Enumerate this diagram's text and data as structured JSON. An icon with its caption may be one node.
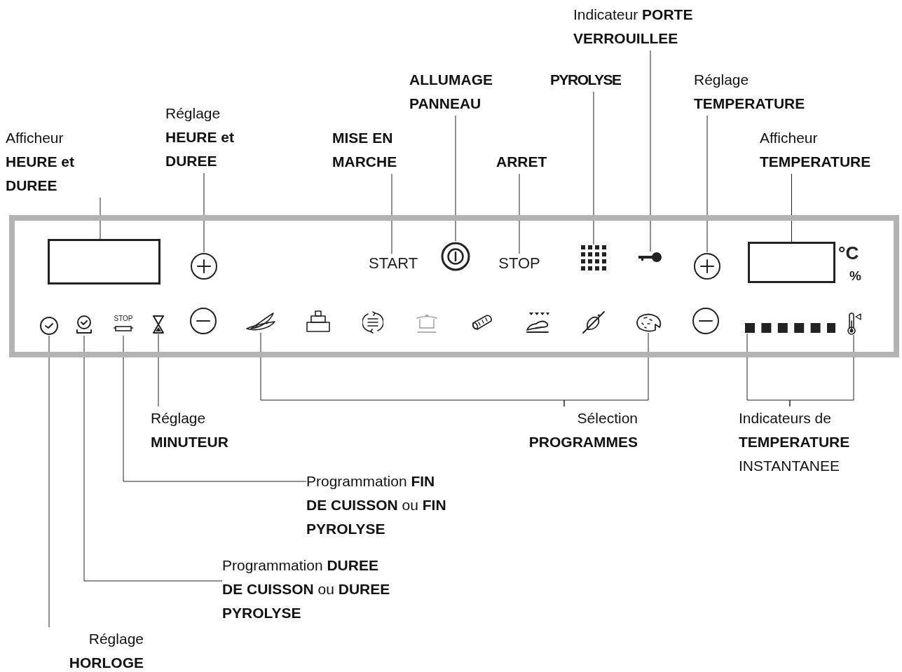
{
  "diagram": {
    "nodes": [
      {
        "text": [
          "Indicateur **PORTE VERROUILLEE**"
        ]
      },
      {
        "text": [
          "**ALLUMAGE PANNEAU**"
        ]
      },
      {
        "text": [
          "**PYROLYSE**"
        ]
      },
      {
        "text": [
          "Réglage **HEURE et DUREE**"
        ]
      },
      {
        "text": [
          "Réglage **TEMPERATURE**"
        ]
      },
      {
        "text": [
          "Afficheur **HEURE et DUREE**"
        ]
      },
      {
        "text": [
          "**MISE EN MARCHE**"
        ]
      },
      {
        "text": [
          "**ARRET**"
        ]
      },
      {
        "text": [
          "Afficheur **TEMPERATURE**"
        ]
      },
      {
        "text": [],
        "shape": "box"
      },
      {
        "text": [],
        "shape": "box",
        "in": 9
      },
      {
        "text": [],
        "shape": "circle",
        "in": 9
      },
      {
        "text": [
          "START"
        ],
        "in": 9
      },
      {
        "text": [],
        "shape": "circle",
        "in": 9
      },
      {
        "text": [
          "STOP"
        ],
        "in": 9
      },
      {
        "text": [],
        "shape": "picture",
        "in": 9
      },
      {
        "text": [],
        "shape": "picture",
        "in": 9
      },
      {
        "text": [],
        "shape": "circle",
        "in": 9
      },
      {
        "text": [],
        "shape": "box",
        "in": 9
      },
      {
        "text": [],
        "shape": "picture",
        "in": 9
      },
      {
        "text": [],
        "shape": "picture",
        "in": 9
      },
      {
        "text": [
          "STOP"
        ],
        "in": 9
      },
      {
        "text": [],
        "shape": "picture",
        "in": 9
      },
      {
        "text": [],
        "shape": "circle",
        "in": 9
      },
      {
        "text": [],
        "shape": "picture",
        "in": 9
      },
      {
        "text": [],
        "shape": "picture",
        "in": 9
      },
      {
        "text": [],
        "shape": "picture",
        "in": 9
      },
      {
        "text": [],
        "shape": "picture",
        "in": 9
      },
      {
        "text": [],
        "shape": "picture",
        "in": 9
      },
      {
        "text": [],
        "shape": "picture",
        "in": 9
      },
      {
        "text": [],
        "shape": "picture",
        "in": 9
      },
      {
        "text": [],
        "shape": "picture",
        "in": 9
      },
      {
        "text": [],
        "shape": "circle",
        "in": 9
      },
      {
        "text": [],
        "shape": "bar",
        "in": 9
      },
      {
        "text": [],
        "shape": "picture",
        "in": 9
      },
      {
        "text": [
          "Réglage **MINUTEUR**"
        ]
      },
      {
        "text": [
          "Sélection **PROGRAMMES**"
        ]
      },
      {
        "text": [
          "Indicateurs de **TEMPERATURE** INSTANTANEE"
        ]
      },
      {
        "text": [
          "Programmation **FIN DE CUISSON** ou **FIN PYROLYSE**"
        ]
      },
      {
        "text": [
          "Programmation **DUREE DE CUISSON** ou **DUREE PYROLYSE**"
        ]
      },
      {
        "text": [
          "Réglage **HORLOGE**"
        ]
      }
    ],
    "edges": [
      {
        "from": 5,
        "to": 10,
        "arrow": "none"
      },
      {
        "from": 3,
        "to": 11,
        "arrow": "none"
      },
      {
        "from": 6,
        "to": 12,
        "arrow": "none"
      },
      {
        "from": 1,
        "to": 13,
        "arrow": "none"
      },
      {
        "from": 7,
        "to": 14,
        "arrow": "none"
      },
      {
        "from": 2,
        "to": 15,
        "arrow": "none"
      },
      {
        "from": 0,
        "to": 16,
        "arrow": "none"
      },
      {
        "from": 4,
        "to": 17,
        "arrow": "none"
      },
      {
        "from": 8,
        "to": 18,
        "arrow": "none"
      },
      {
        "from": 35,
        "to": 22,
        "arrow": "none"
      },
      {
        "from": 36,
        "to": 24,
        "arrow": "none"
      },
      {
        "from": 36,
        "to": 31,
        "arrow": "none"
      },
      {
        "from": 37,
        "to": 33,
        "arrow": "none"
      },
      {
        "from": 37,
        "to": 34,
        "arrow": "none"
      },
      {
        "from": 38,
        "to": 21,
        "arrow": "none"
      },
      {
        "from": 39,
        "to": 20,
        "arrow": "none"
      },
      {
        "from": 40,
        "to": 19,
        "arrow": "none"
      }
    ],
    "labels": [
      "°C",
      "%"
    ]
  }
}
